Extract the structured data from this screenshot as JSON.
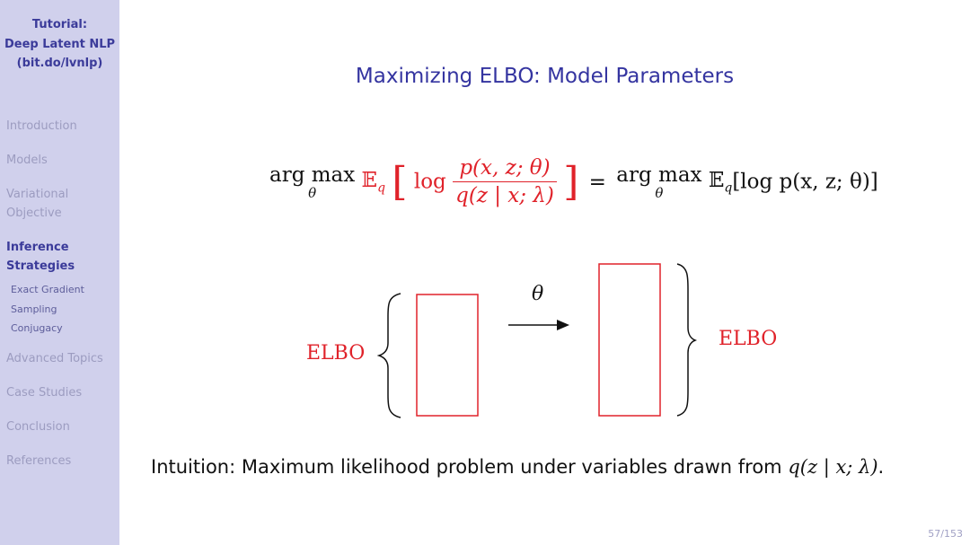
{
  "sidebar": {
    "title": [
      "Tutorial:",
      "Deep Latent NLP",
      "(bit.do/lvnlp)"
    ],
    "items": [
      {
        "label": "Introduction"
      },
      {
        "label": "Models"
      },
      {
        "label": "Variational Objective"
      },
      {
        "label": "Inference Strategies",
        "active": true
      },
      {
        "label": "Advanced Topics"
      },
      {
        "label": "Case Studies"
      },
      {
        "label": "Conclusion"
      },
      {
        "label": "References"
      }
    ],
    "subitems": [
      "Exact Gradient",
      "Sampling",
      "Conjugacy"
    ]
  },
  "slide": {
    "title": "Maximizing ELBO: Model Parameters",
    "equation": {
      "argmax": "arg max",
      "argmax_sub": "θ",
      "expect": "𝔼",
      "expect_sub": "q",
      "log": "log",
      "num": "p(x, z; θ)",
      "den": "q(z | x; λ)",
      "equals": "=",
      "rhs": "[log p(x, z; θ)]"
    },
    "diagram": {
      "left_label": "ELBO",
      "right_label": "ELBO",
      "arrow_label": "θ"
    },
    "intuition_prefix": "Intuition: Maximum likelihood problem under variables drawn from ",
    "intuition_math": "q(z | x; λ)",
    "intuition_suffix": ".",
    "page": "57/153"
  },
  "colors": {
    "sidebar_bg": "#d0d0ec",
    "title_blue": "#3434a0",
    "accent_red": "#e0222a",
    "muted_nav": "#9c9cc0"
  }
}
